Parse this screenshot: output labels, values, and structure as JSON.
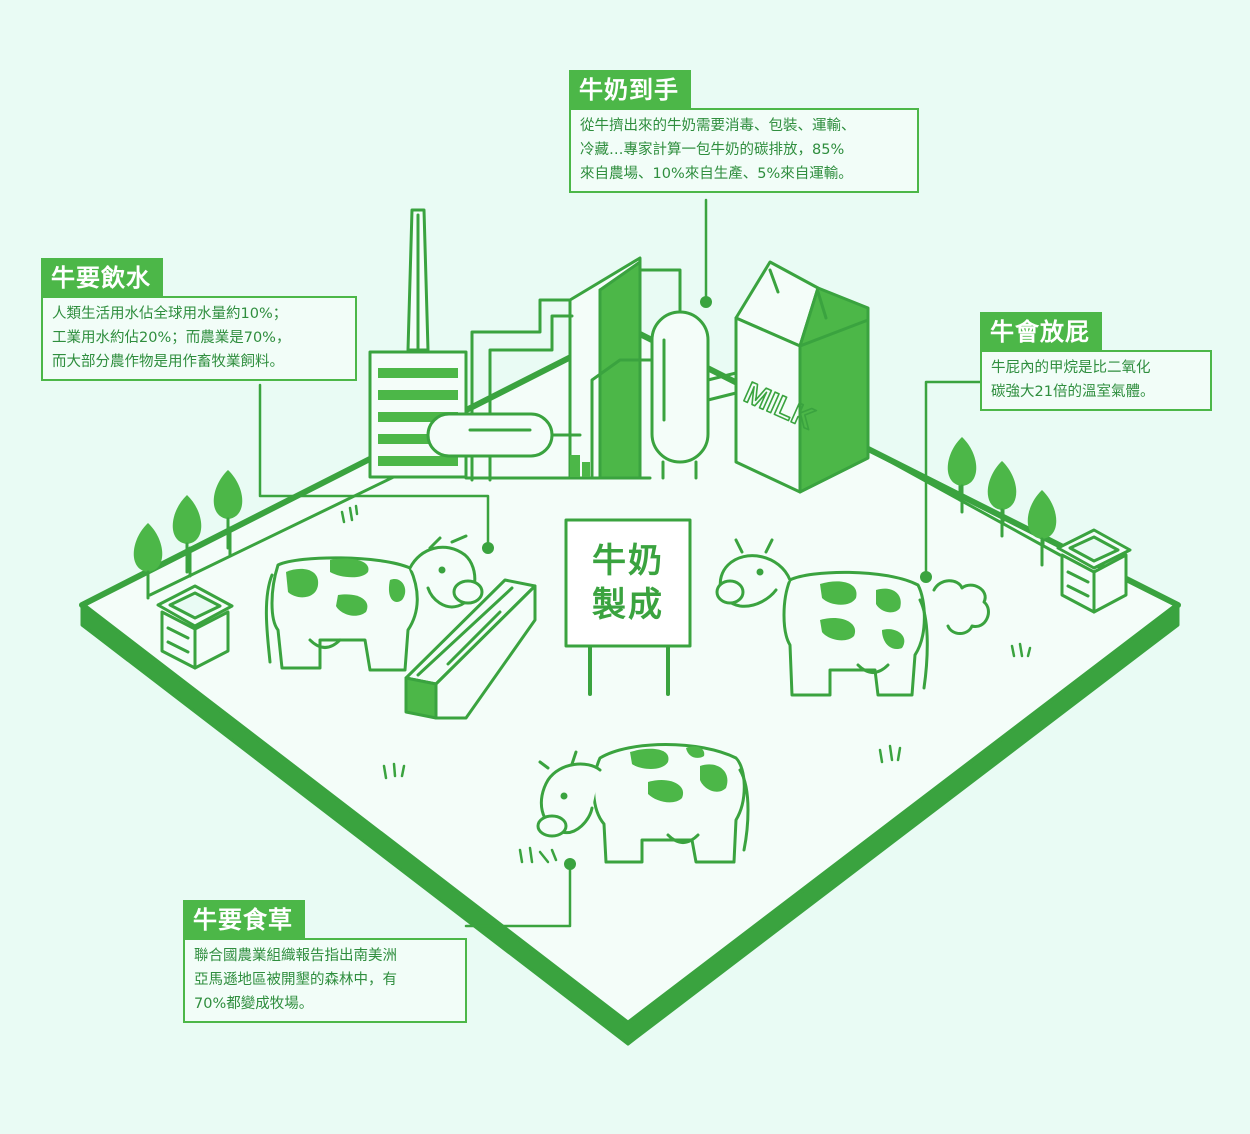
{
  "colors": {
    "accent": "#4cb748",
    "stroke": "#3aa33f",
    "text": "#2f8e3e",
    "background": "#e9fbf4",
    "panel": "#f2fdf8"
  },
  "sign": {
    "line1": "牛奶",
    "line2": "製成"
  },
  "carton_label": "MILK",
  "callouts": {
    "milk": {
      "title": "牛奶到手",
      "body": "從牛擠出來的牛奶需要消毒、包裝、運輸、\n冷藏…專家計算一包牛奶的碳排放，85%\n來自農場、10%來自生產、5%來自運輸。"
    },
    "water": {
      "title": "牛要飲水",
      "body": "人類生活用水佔全球用水量約10%；\n工業用水約佔20%；而農業是70%，\n而大部分農作物是用作畜牧業飼料。"
    },
    "fart": {
      "title": "牛會放屁",
      "body": "牛屁內的甲烷是比二氧化\n碳強大21倍的溫室氣體。"
    },
    "grass": {
      "title": "牛要食草",
      "body": "聯合國農業組織報告指出南美洲\n亞馬遜地區被開墾的森林中，有\n70%都變成牧場。"
    }
  },
  "icons": [
    "factory-icon",
    "milk-carton-icon",
    "cow-icon",
    "tree-icon",
    "beehive-icon",
    "trough-icon",
    "grass-icon",
    "fart-cloud-icon"
  ]
}
